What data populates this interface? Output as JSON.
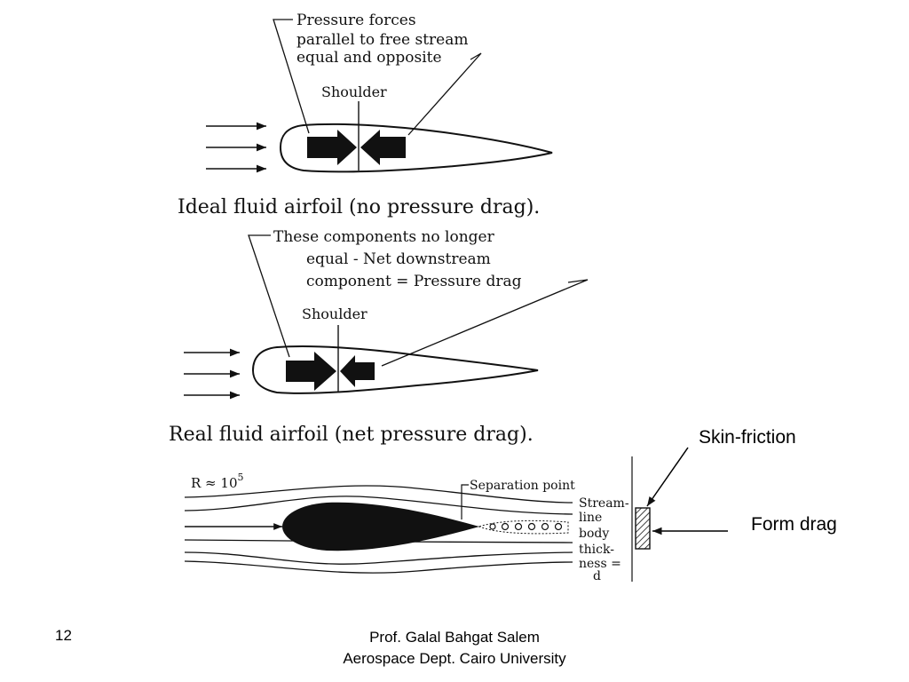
{
  "ideal": {
    "annotation": [
      "Pressure forces",
      "parallel to free stream",
      "equal and opposite"
    ],
    "shoulder_label": "Shoulder",
    "caption": "Ideal fluid airfoil (no pressure drag)."
  },
  "real": {
    "annotation": [
      "These components no longer",
      "equal - Net downstream",
      "component = Pressure drag"
    ],
    "shoulder_label": "Shoulder",
    "caption": "Real fluid airfoil (net pressure drag)."
  },
  "flow": {
    "reynolds_label": "R ≈ 10",
    "reynolds_exponent": "5",
    "separation_label": "Separation point",
    "thickness_label": [
      "Stream-",
      "line",
      "body",
      "thick-",
      "ness =",
      "d"
    ]
  },
  "drag_labels": {
    "skin_friction": "Skin-friction",
    "form_drag": "Form drag"
  },
  "footer": {
    "page_number": "12",
    "author": "Prof. Galal Bahgat Salem",
    "affiliation": "Aerospace Dept. Cairo University"
  },
  "colors": {
    "ink": "#111111",
    "background": "#ffffff"
  }
}
